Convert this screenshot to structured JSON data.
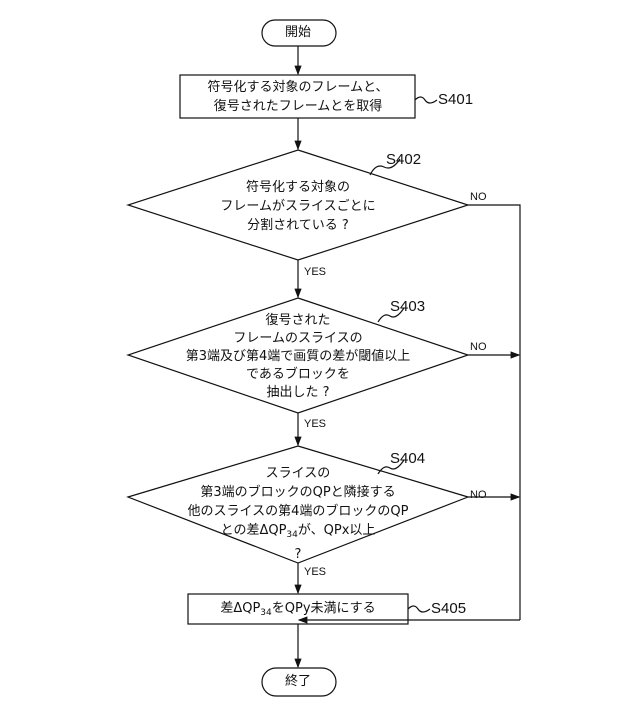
{
  "start": "開始",
  "end": "終了",
  "steps": {
    "s401": {
      "id": "S401",
      "lines": [
        "符号化する対象のフレームと、",
        "復号されたフレームとを取得"
      ]
    },
    "s402": {
      "id": "S402",
      "lines": [
        "符号化する対象の",
        "フレームがスライスごとに",
        "分割されている ?"
      ]
    },
    "s403": {
      "id": "S403",
      "lines": [
        "復号された",
        "フレームのスライスの",
        "第3端及び第4端で画質の差が閾値以上",
        "であるブロックを",
        "抽出した ?"
      ]
    },
    "s404": {
      "id": "S404",
      "lines": [
        "スライスの",
        "第3端のブロックのQPと隣接する",
        "他のスライスの第4端のブロックのQP",
        "との差ΔQP",
        "34",
        "が、QPx以上",
        "?"
      ]
    },
    "s405": {
      "id": "S405",
      "pre": "差ΔQP",
      "sub": "34",
      "post": "をQPy未満にする"
    }
  },
  "branches": {
    "yes": "YES",
    "no": "NO"
  }
}
